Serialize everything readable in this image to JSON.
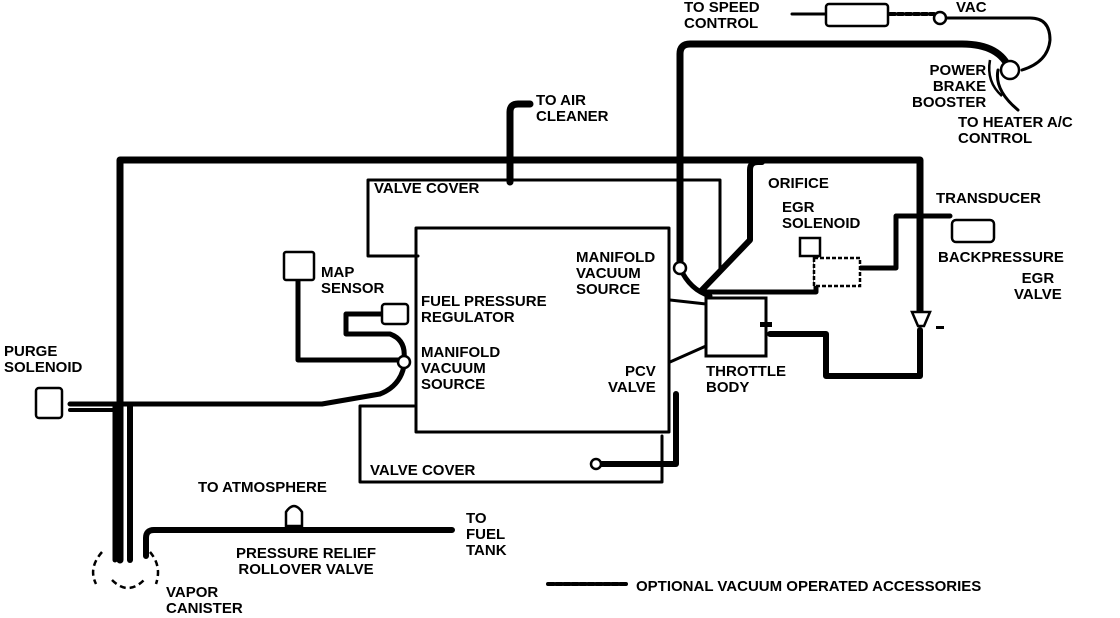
{
  "labels": {
    "to_speed_control": "TO SPEED\nCONTROL",
    "vac": "VAC",
    "power_brake_booster": "POWER\nBRAKE\nBOOSTER",
    "to_heater_ac_control": "TO HEATER A/C\nCONTROL",
    "to_air_cleaner": "TO AIR\nCLEANER",
    "valve_cover_top": "VALVE COVER",
    "orifice": "ORIFICE",
    "transducer": "TRANSDUCER",
    "egr_solenoid": "EGR\nSOLENOID",
    "backpressure": "BACKPRESSURE",
    "egr_valve": "EGR\nVALVE",
    "manifold_vacuum_source_right": "MANIFOLD\nVACUUM\nSOURCE",
    "map_sensor": "MAP\nSENSOR",
    "fuel_pressure_regulator": "FUEL PRESSURE\nREGULATOR",
    "manifold_vacuum_source_left": "MANIFOLD\nVACUUM\nSOURCE",
    "purge_solenoid": "PURGE\nSOLENOID",
    "pcv_valve": "PCV\nVALVE",
    "throttle_body": "THROTTLE\nBODY",
    "valve_cover_bottom": "VALVE COVER",
    "to_atmosphere": "TO ATMOSPHERE",
    "to_fuel_tank": "TO\nFUEL\nTANK",
    "pressure_relief_rollover_valve": "PRESSURE RELIEF\nROLLOVER VALVE",
    "vapor_canister": "VAPOR\nCANISTER",
    "legend_optional": "OPTIONAL VACUUM OPERATED ACCESSORIES"
  }
}
